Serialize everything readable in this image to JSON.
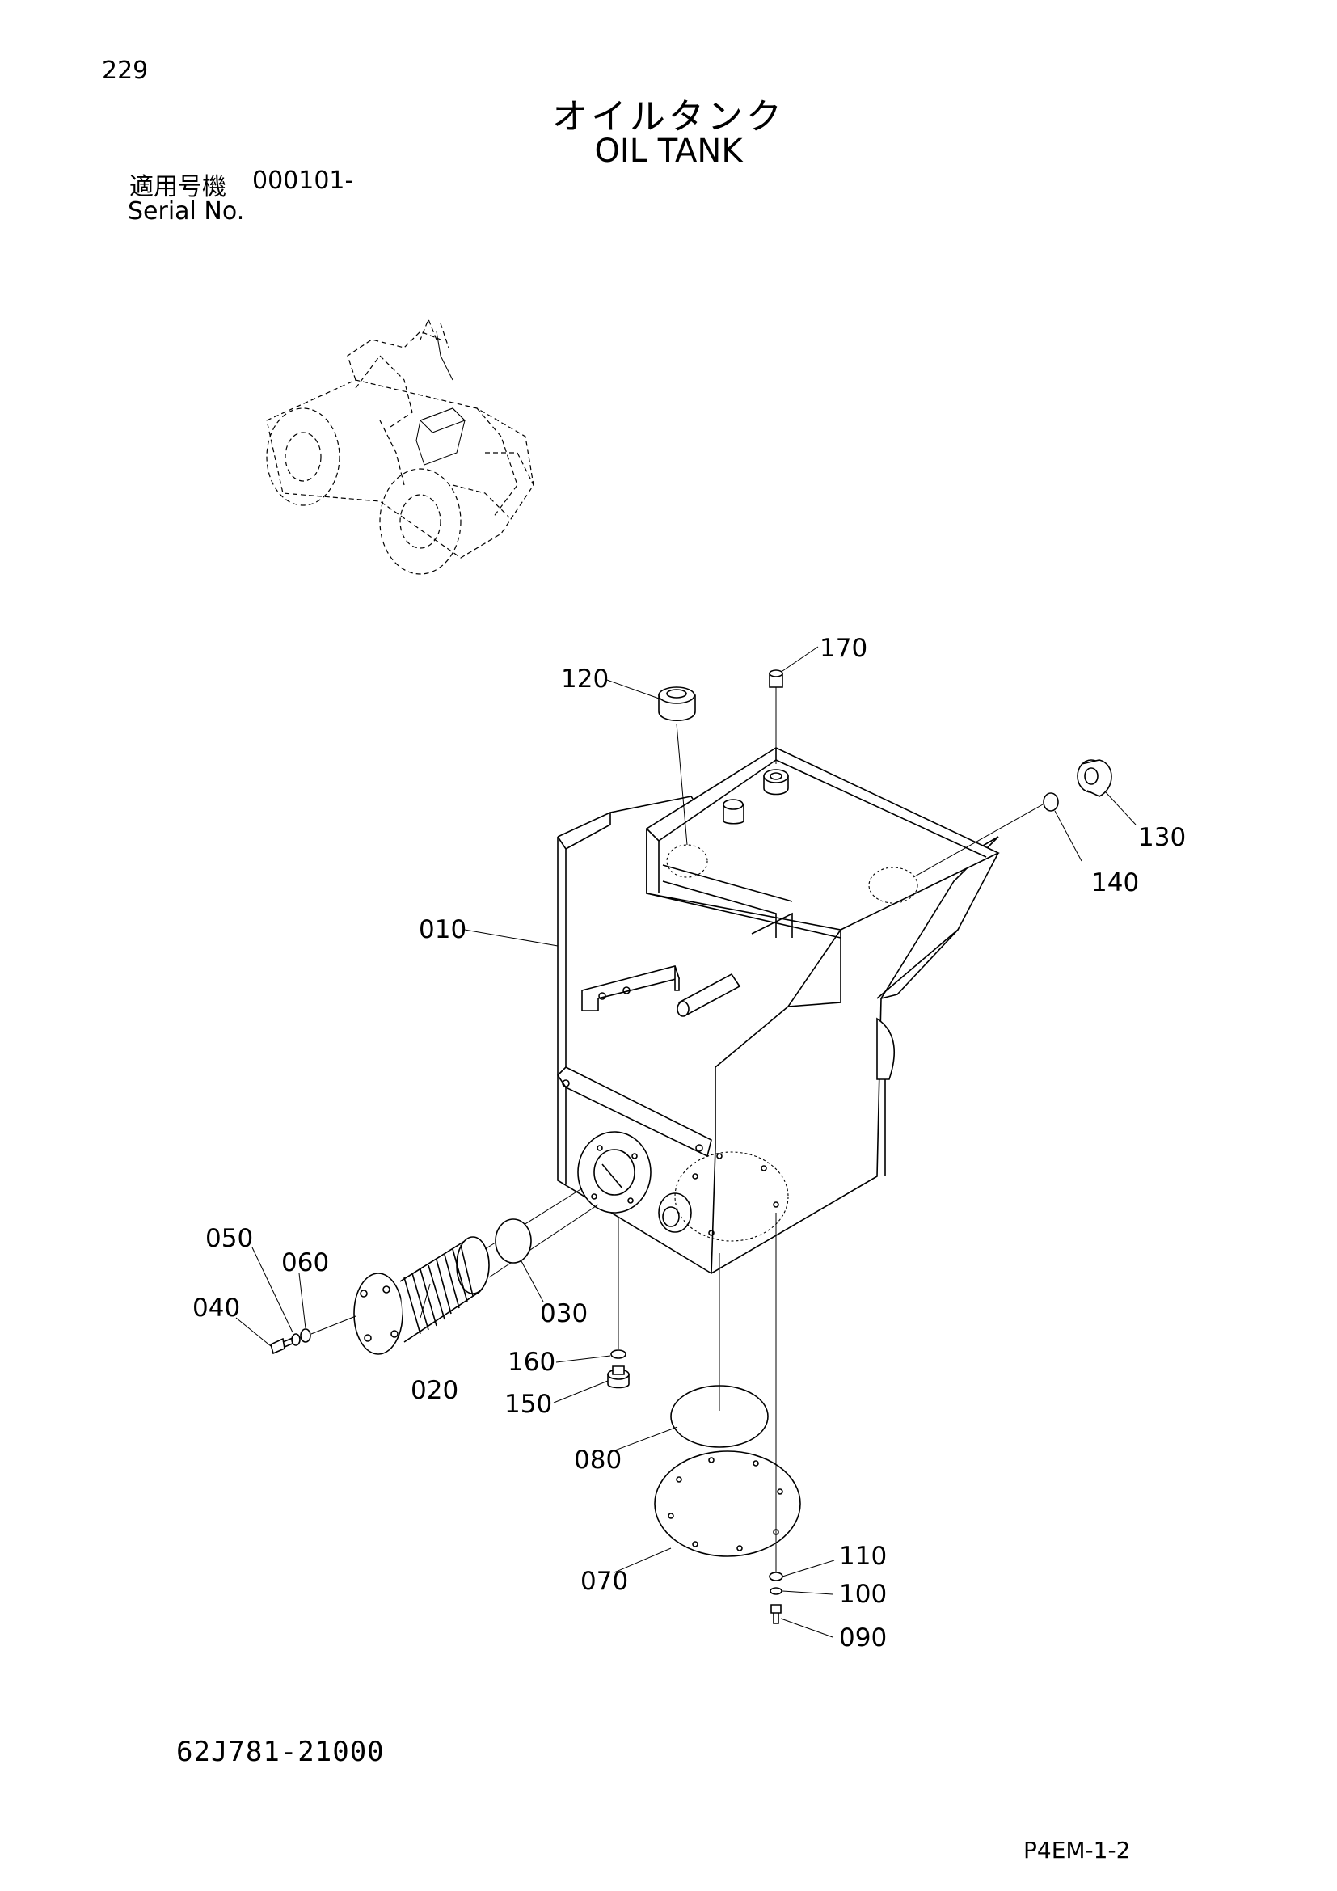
{
  "page": {
    "number": "229",
    "title_jp": "オイルタンク",
    "title_en": "OIL TANK",
    "serial_label_jp": "適用号機",
    "serial_value": "000101-",
    "serial_label_en": "Serial No.",
    "drawing_number": "62J781-21000",
    "page_code": "P4EM-1-2"
  },
  "callouts": [
    "010",
    "020",
    "030",
    "040",
    "050",
    "060",
    "070",
    "080",
    "090",
    "100",
    "110",
    "120",
    "130",
    "140",
    "150",
    "160",
    "170"
  ]
}
